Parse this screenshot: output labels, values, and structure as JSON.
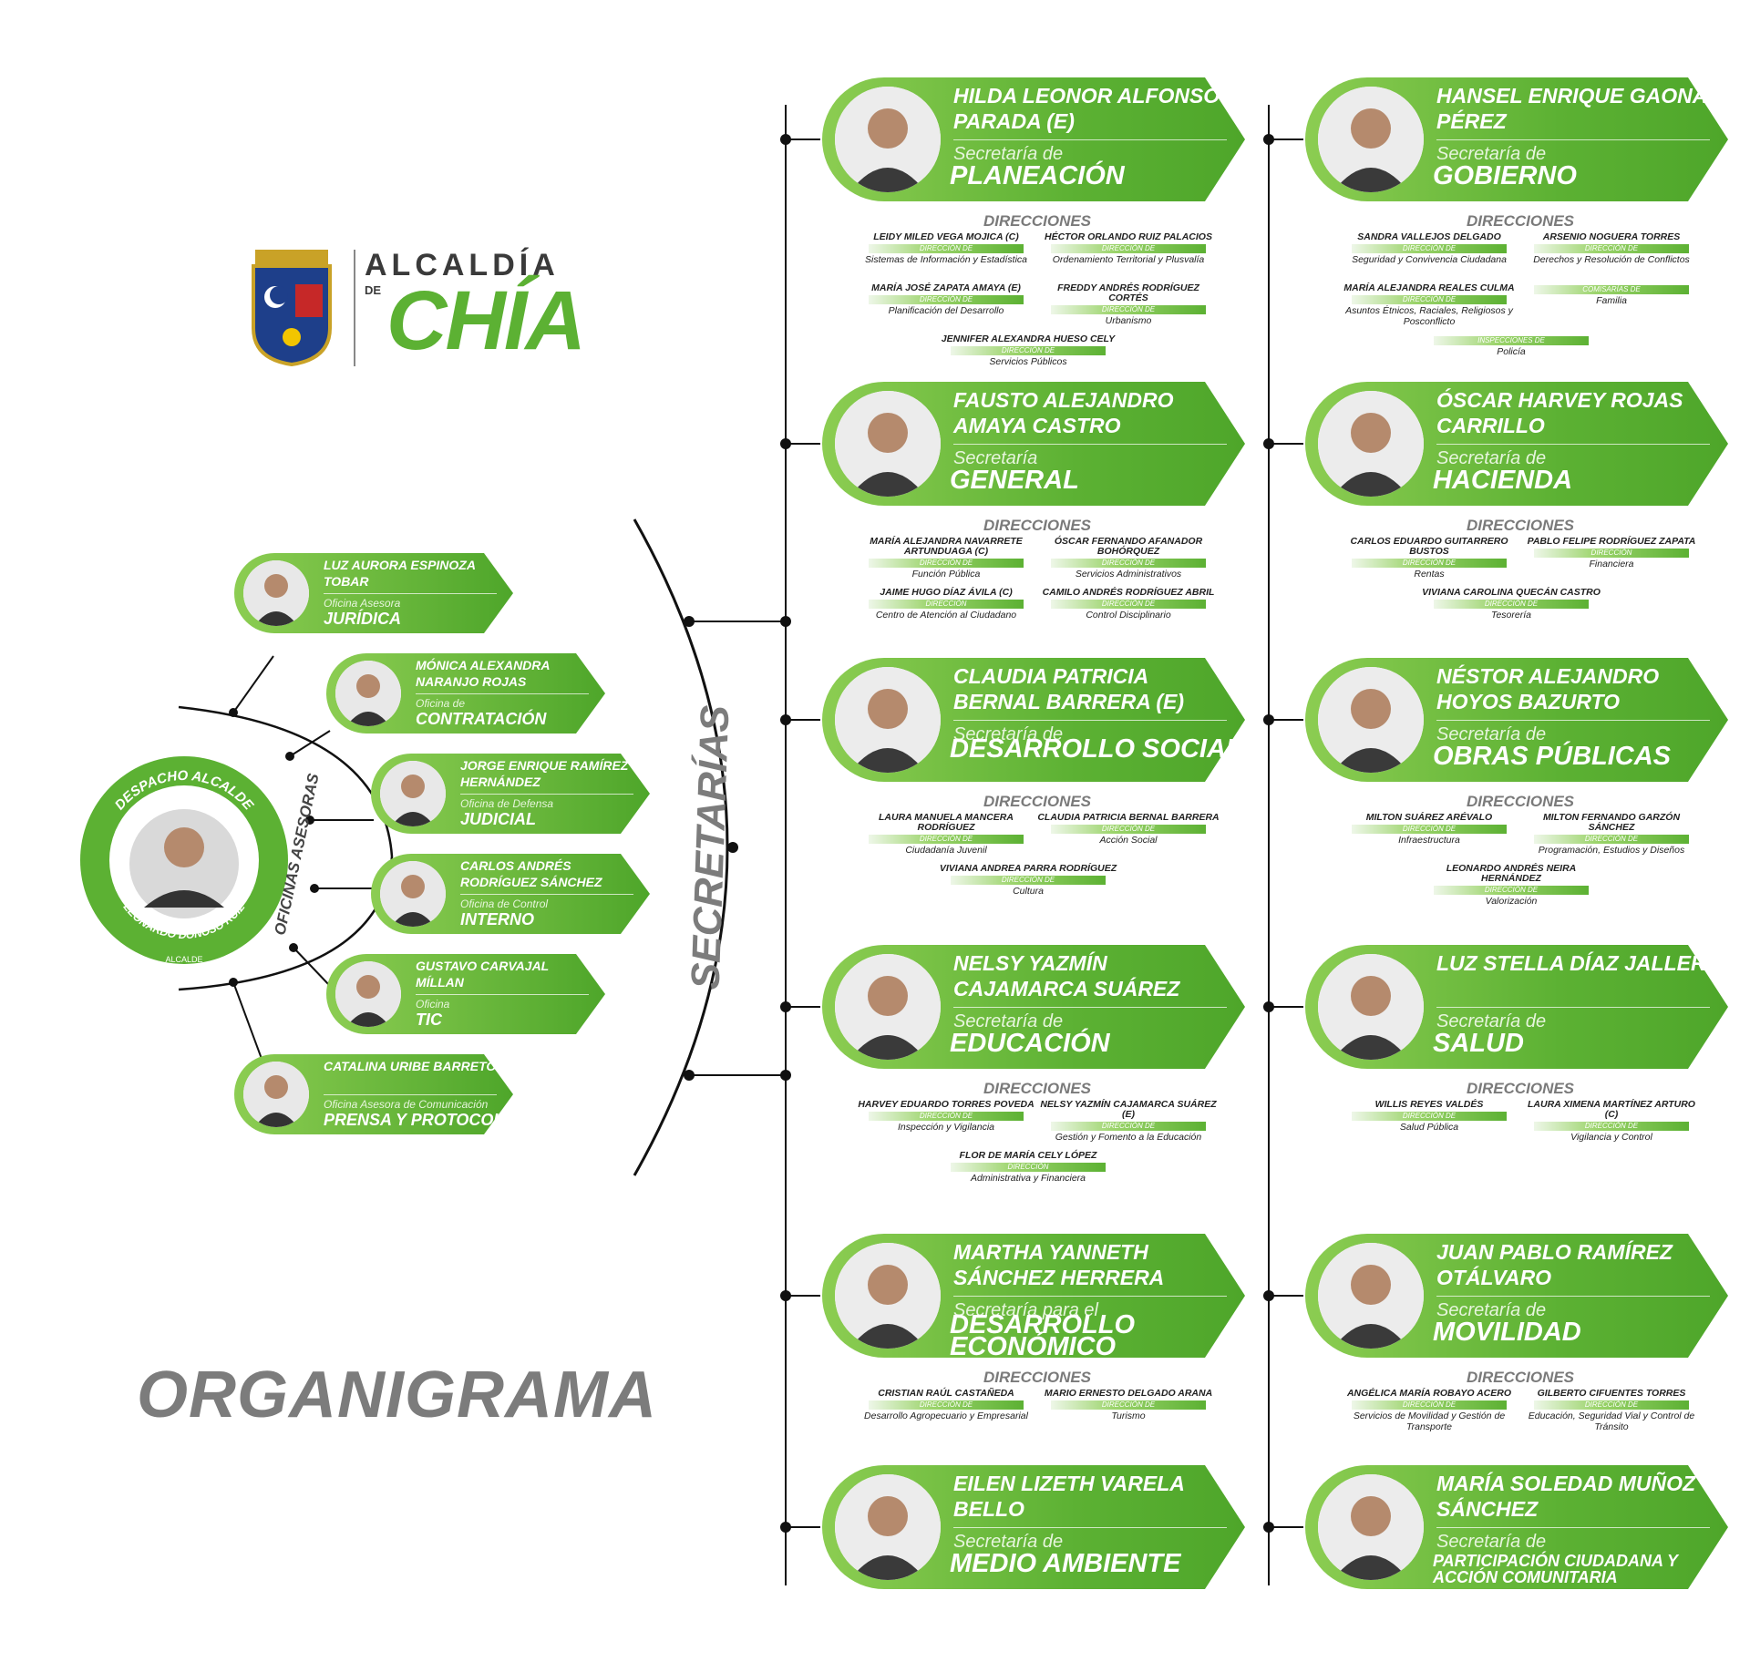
{
  "logo": {
    "line1": "ALCALDÍA",
    "de": "DE",
    "line2": "CHÍA"
  },
  "title": "ORGANIGRAMA",
  "despacho": {
    "label": "DESPACHO ALCALDE",
    "name": "LEONARDO DONOSO RUIZ",
    "role": "ALCALDE"
  },
  "oficinas_label": "OFICINAS ASESORAS",
  "secretarias_label": "SECRETARÍAS",
  "direcciones_label": "DIRECCIONES",
  "oficinas": [
    {
      "name": "LUZ AURORA ESPINOZA TOBAR",
      "pre": "Oficina Asesora",
      "office": "JURÍDICA"
    },
    {
      "name": "MÓNICA ALEXANDRA NARANJO ROJAS",
      "pre": "Oficina de",
      "office": "CONTRATACIÓN"
    },
    {
      "name": "JORGE ENRIQUE RAMÍREZ HERNÁNDEZ",
      "pre": "Oficina de Defensa",
      "office": "JUDICIAL"
    },
    {
      "name": "CARLOS ANDRÉS RODRÍGUEZ SÁNCHEZ",
      "pre": "Oficina de Control",
      "office": "INTERNO"
    },
    {
      "name": "GUSTAVO CARVAJAL MÍLLAN",
      "pre": "Oficina",
      "office": "TIC"
    },
    {
      "name": "CATALINA URIBE BARRETO",
      "pre": "Oficina Asesora de Comunicación",
      "office": "PRENSA Y PROTOCOLO"
    }
  ],
  "secretarias": [
    {
      "name": "HILDA LEONOR ALFONSO PARADA (E)",
      "pre": "Secretaría de",
      "sec": "PLANEACIÓN",
      "direcciones": [
        {
          "name": "LEIDY MILED VEGA MOJICA (C)",
          "label": "DIRECCIÓN DE",
          "area": "Sistemas de Información y Estadística"
        },
        {
          "name": "HÉCTOR ORLANDO RUIZ PALACIOS",
          "label": "DIRECCIÓN DE",
          "area": "Ordenamiento Territorial y Plusvalía"
        },
        {
          "name": "MARÍA JOSÉ ZAPATA AMAYA (E)",
          "label": "DIRECCIÓN DE",
          "area": "Planificación del Desarrollo"
        },
        {
          "name": "FREDDY ANDRÉS RODRÍGUEZ CORTÉS",
          "label": "DIRECCIÓN DE",
          "area": "Urbanismo"
        },
        {
          "name": "JENNIFER ALEXANDRA HUESO CELY",
          "label": "DIRECCIÓN DE",
          "area": "Servicios Públicos"
        }
      ]
    },
    {
      "name": "HANSEL ENRIQUE GAONA PÉREZ",
      "pre": "Secretaría de",
      "sec": "GOBIERNO",
      "direcciones": [
        {
          "name": "SANDRA VALLEJOS DELGADO",
          "label": "DIRECCIÓN DE",
          "area": "Seguridad y Convivencia Ciudadana"
        },
        {
          "name": "ARSENIO NOGUERA TORRES",
          "label": "DIRECCIÓN DE",
          "area": "Derechos y Resolución de Conflictos"
        },
        {
          "name": "MARÍA ALEJANDRA REALES CULMA",
          "label": "DIRECCIÓN DE",
          "area": "Asuntos Étnicos, Raciales, Religiosos y Posconflicto"
        },
        {
          "name": "",
          "label": "COMISARÍAS DE",
          "area": "Familia"
        },
        {
          "name": "",
          "label": "INSPECCIONES DE",
          "area": "Policía"
        }
      ]
    },
    {
      "name": "FAUSTO ALEJANDRO AMAYA CASTRO",
      "pre": "Secretaría",
      "sec": "GENERAL",
      "direcciones": [
        {
          "name": "MARÍA ALEJANDRA NAVARRETE ARTUNDUAGA (C)",
          "label": "DIRECCIÓN DE",
          "area": "Función Pública"
        },
        {
          "name": "ÓSCAR FERNANDO AFANADOR BOHÓRQUEZ",
          "label": "DIRECCIÓN DE",
          "area": "Servicios Administrativos"
        },
        {
          "name": "JAIME HUGO DÍAZ ÁVILA (C)",
          "label": "DIRECCIÓN",
          "area": "Centro de Atención al Ciudadano"
        },
        {
          "name": "CAMILO ANDRÉS RODRÍGUEZ ABRIL",
          "label": "DIRECCIÓN DE",
          "area": "Control Disciplinario"
        }
      ]
    },
    {
      "name": "ÓSCAR HARVEY ROJAS CARRILLO",
      "pre": "Secretaría de",
      "sec": "HACIENDA",
      "direcciones": [
        {
          "name": "CARLOS EDUARDO GUITARRERO BUSTOS",
          "label": "DIRECCIÓN DE",
          "area": "Rentas"
        },
        {
          "name": "PABLO FELIPE RODRÍGUEZ ZAPATA",
          "label": "DIRECCIÓN",
          "area": "Financiera"
        },
        {
          "name": "VIVIANA CAROLINA QUECÁN CASTRO",
          "label": "DIRECCIÓN DE",
          "area": "Tesorería"
        }
      ]
    },
    {
      "name": "CLAUDIA PATRICIA BERNAL BARRERA (E)",
      "pre": "Secretaría de",
      "sec": "DESARROLLO SOCIAL",
      "direcciones": [
        {
          "name": "LAURA MANUELA MANCERA RODRÍGUEZ",
          "label": "DIRECCIÓN DE",
          "area": "Ciudadanía Juvenil"
        },
        {
          "name": "CLAUDIA PATRICIA BERNAL BARRERA",
          "label": "DIRECCIÓN DE",
          "area": "Acción Social"
        },
        {
          "name": "VIVIANA ANDREA PARRA RODRÍGUEZ",
          "label": "DIRECCIÓN DE",
          "area": "Cultura"
        }
      ]
    },
    {
      "name": "NÉSTOR ALEJANDRO HOYOS BAZURTO",
      "pre": "Secretaría de",
      "sec": "OBRAS PÚBLICAS",
      "direcciones": [
        {
          "name": "MILTON SUÁREZ ARÉVALO",
          "label": "DIRECCIÓN DE",
          "area": "Infraestructura"
        },
        {
          "name": "MILTON FERNANDO GARZÓN SÁNCHEZ",
          "label": "DIRECCIÓN DE",
          "area": "Programación, Estudios y Diseños"
        },
        {
          "name": "LEONARDO ANDRÉS NEIRA HERNÁNDEZ",
          "label": "DIRECCIÓN DE",
          "area": "Valorización"
        }
      ]
    },
    {
      "name": "NELSY YAZMÍN CAJAMARCA SUÁREZ",
      "pre": "Secretaría de",
      "sec": "EDUCACIÓN",
      "direcciones": [
        {
          "name": "HARVEY EDUARDO TORRES POVEDA",
          "label": "DIRECCIÓN DE",
          "area": "Inspección y Vigilancia"
        },
        {
          "name": "NELSY YAZMÍN CAJAMARCA SUÁREZ (E)",
          "label": "DIRECCIÓN DE",
          "area": "Gestión y Fomento a la Educación"
        },
        {
          "name": "FLOR DE MARÍA CELY LÓPEZ",
          "label": "DIRECCIÓN",
          "area": "Administrativa y Financiera"
        }
      ]
    },
    {
      "name": "LUZ STELLA DÍAZ JALLER",
      "pre": "Secretaría de",
      "sec": "SALUD",
      "direcciones": [
        {
          "name": "WILLIS REYES VALDÉS",
          "label": "DIRECCIÓN DE",
          "area": "Salud Pública"
        },
        {
          "name": "LAURA XIMENA MARTÍNEZ ARTURO (C)",
          "label": "DIRECCIÓN DE",
          "area": "Vigilancia y Control"
        }
      ]
    },
    {
      "name": "MARTHA YANNETH SÁNCHEZ HERRERA",
      "pre": "Secretaría para el",
      "sec": "DESARROLLO ECONÓMICO",
      "direcciones": [
        {
          "name": "CRISTIAN RAÚL CASTAÑEDA",
          "label": "DIRECCIÓN DE",
          "area": "Desarrollo Agropecuario y Empresarial"
        },
        {
          "name": "MARIO ERNESTO DELGADO ARANA",
          "label": "DIRECCIÓN DE",
          "area": "Turismo"
        }
      ]
    },
    {
      "name": "JUAN PABLO RAMÍREZ OTÁLVARO",
      "pre": "Secretaría de",
      "sec": "MOVILIDAD",
      "direcciones": [
        {
          "name": "ANGÉLICA MARÍA ROBAYO ACERO",
          "label": "DIRECCIÓN DE",
          "area": "Servicios de Movilidad y Gestión de Transporte"
        },
        {
          "name": "GILBERTO CIFUENTES TORRES",
          "label": "DIRECCIÓN DE",
          "area": "Educación, Seguridad Vial y Control de Tránsito"
        }
      ]
    },
    {
      "name": "EILEN LIZETH VARELA BELLO",
      "pre": "Secretaría de",
      "sec": "MEDIO AMBIENTE",
      "direcciones": []
    },
    {
      "name": "MARÍA SOLEDAD MUÑOZ SÁNCHEZ",
      "pre": "Secretaría de",
      "sec": "PARTICIPACIÓN CIUDADANA Y ACCIÓN COMUNITARIA",
      "direcciones": []
    }
  ],
  "colors": {
    "green_dark": "#4ea62a",
    "green_light": "#8ccd52",
    "gray": "#7c7c7c"
  }
}
